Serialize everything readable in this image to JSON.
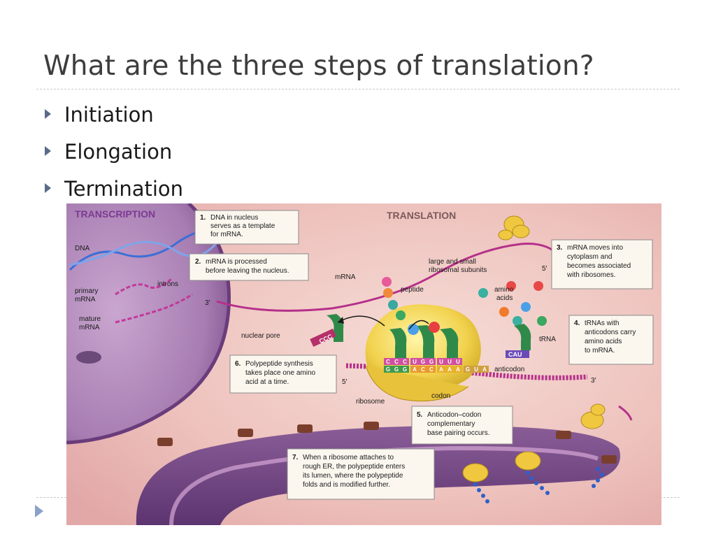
{
  "slide": {
    "title": "What are the three steps of translation?",
    "bullets": [
      "Initiation",
      "Elongation",
      "Termination"
    ]
  },
  "figure": {
    "sections": {
      "transcription": "TRANSCRIPTION",
      "translation": "TRANSLATION"
    },
    "labels": {
      "dna": "DNA",
      "introns": "introns",
      "primary_mrna_1": "primary",
      "primary_mrna_2": "mRNA",
      "mature_mrna_1": "mature",
      "mature_mrna_2": "mRNA",
      "three_prime_left": "3′",
      "nuclear_pore": "nuclear pore",
      "mrna": "mRNA",
      "peptide": "peptide",
      "subunits_1": "large and small",
      "subunits_2": "ribosomal subunits",
      "five_prime_top": "5′",
      "amino_1": "amino",
      "amino_2": "acids",
      "trna": "tRNA",
      "anticodon": "anticodon",
      "codon": "codon",
      "ribosome": "ribosome",
      "five_prime_mid": "5′",
      "three_prime_right": "3′",
      "ccc_free": "CCC",
      "cau": "CAU"
    },
    "codon_rows": {
      "top": [
        "C",
        "C",
        "C",
        "U",
        "G",
        "G",
        "U",
        "U",
        "U"
      ],
      "bottom": [
        "G",
        "G",
        "G",
        "A",
        "C",
        "C",
        "A",
        "A",
        "A",
        "G",
        "U",
        "A"
      ]
    },
    "steps": [
      {
        "num": "1.",
        "lines": [
          "DNA in nucleus",
          "serves as a template",
          "for mRNA."
        ]
      },
      {
        "num": "2.",
        "lines": [
          "mRNA is processed",
          "before leaving the nucleus."
        ]
      },
      {
        "num": "3.",
        "lines": [
          "mRNA moves into",
          "cytoplasm and",
          "becomes associated",
          "with ribosomes."
        ]
      },
      {
        "num": "4.",
        "lines": [
          "tRNAs with",
          "anticodons carry",
          "amino acids",
          "to mRNA."
        ]
      },
      {
        "num": "5.",
        "lines": [
          "Anticodon–codon",
          "complementary",
          "base pairing occurs."
        ]
      },
      {
        "num": "6.",
        "lines": [
          "Polypeptide synthesis",
          "takes place one amino",
          "acid at a time."
        ]
      },
      {
        "num": "7.",
        "lines": [
          "When a ribosome attaches to",
          "rough ER, the polypeptide enters",
          "its lumen, where the polypeptide",
          "folds and is modified further."
        ]
      }
    ]
  }
}
